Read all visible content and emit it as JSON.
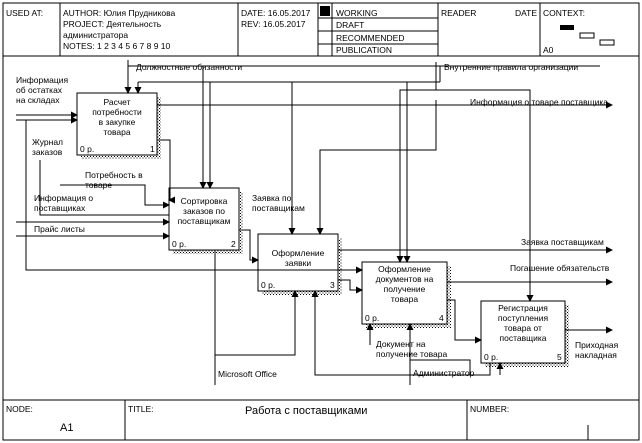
{
  "header": {
    "used_at": "USED AT:",
    "author": "AUTHOR:  Юлия Прудникова",
    "project": "PROJECT:  Деятельность",
    "project2": "администратора",
    "notes": "NOTES:  1  2  3  4  5  6  7  8  9  10",
    "date": "DATE:  16.05.2017",
    "rev": "REV:    16.05.2017",
    "working": "WORKING",
    "draft": "DRAFT",
    "recommended": "RECOMMENDED",
    "publication": "PUBLICATION",
    "reader": "READER",
    "date2": "DATE",
    "context": "CONTEXT:",
    "a0": "A0"
  },
  "footer": {
    "node_label": "NODE:",
    "node_value": "A1",
    "title_label": "TITLE:",
    "title_value": "Работа с поставщиками",
    "number_label": "NUMBER:"
  },
  "boxes": [
    {
      "id": "b1",
      "lines": [
        "Расчет",
        "потребности",
        "в закупке",
        "товара"
      ],
      "cost": "0 р.",
      "num": "1"
    },
    {
      "id": "b2",
      "lines": [
        "Сортировка",
        "заказов по",
        "поставщикам"
      ],
      "cost": "0 р.",
      "num": "2"
    },
    {
      "id": "b3",
      "lines": [
        "Оформление",
        "заявки"
      ],
      "cost": "0 р.",
      "num": "3"
    },
    {
      "id": "b4",
      "lines": [
        "Оформление",
        "документов на",
        "получение",
        "товара"
      ],
      "cost": "0 р.",
      "num": "4"
    },
    {
      "id": "b5",
      "lines": [
        "Регистрация",
        "поступления",
        "товара от",
        "поставщика"
      ],
      "cost": "0 р.",
      "num": "5"
    }
  ],
  "labels": {
    "info_stock": [
      "Информация",
      "об остатках",
      "на складах"
    ],
    "journal": [
      "Журнал",
      "заказов"
    ],
    "duties": "Должностные обязанности",
    "rules": "Внутренние правила организации",
    "info_goods": "Информация о товаре поставщика",
    "need": [
      "Потребность в",
      "товаре"
    ],
    "info_suppliers": [
      "Информация о",
      "поставщиках"
    ],
    "price": "Прайс листы",
    "request_by": [
      "Заявка по",
      "поставщикам"
    ],
    "request_sup": "Заявка поставщикам",
    "repay": "Погашение обязательств",
    "doc_receive": [
      "Документ на",
      "получение товара"
    ],
    "ms_office": "Microsoft Office",
    "admin": "Администратор",
    "invoice": [
      "Приходная",
      "накладная"
    ]
  }
}
